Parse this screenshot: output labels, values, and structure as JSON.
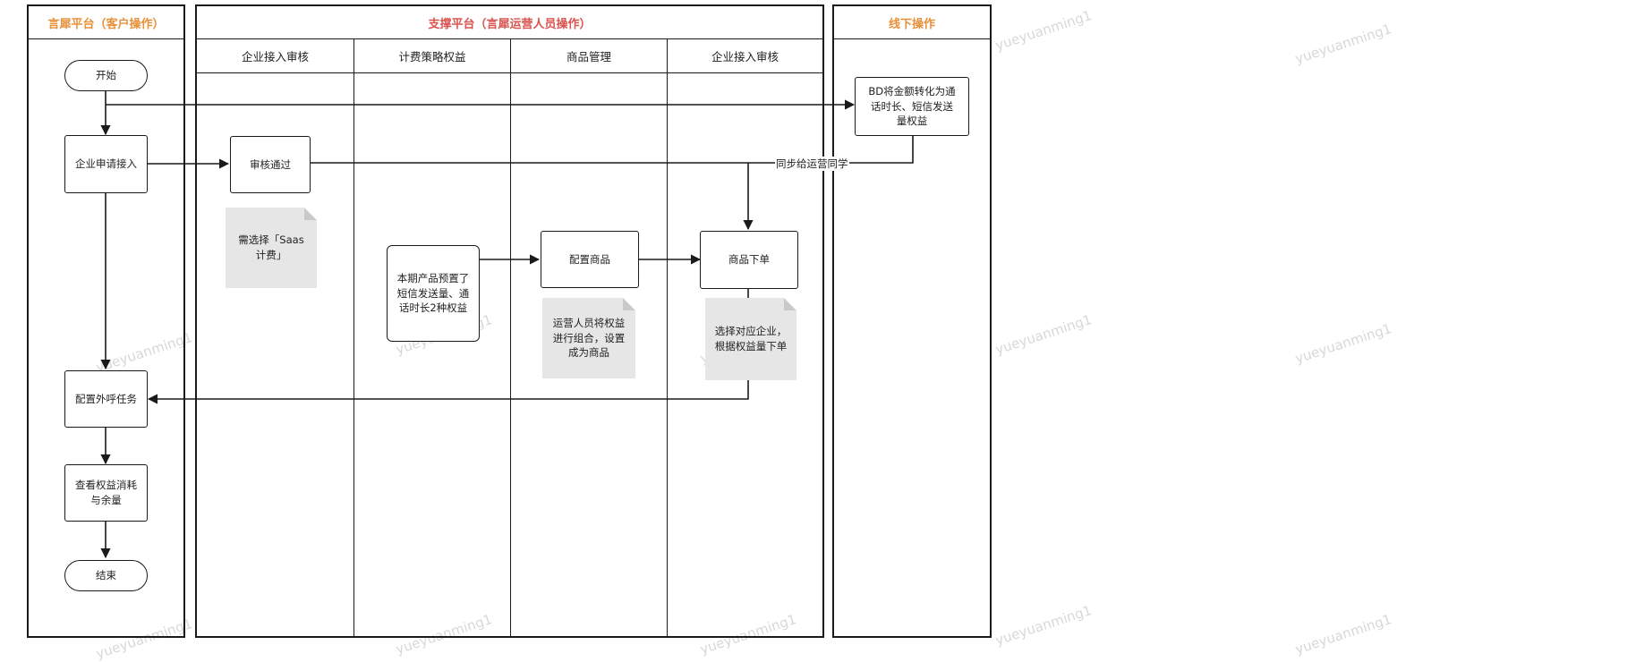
{
  "lanes": {
    "customer": {
      "title": "言犀平台（客户操作）",
      "color": "#e8903a"
    },
    "support": {
      "title": "支撑平台（言犀运营人员操作）",
      "color": "#d9534f",
      "columns": [
        "企业接入审核",
        "计费策略权益",
        "商品管理",
        "企业接入审核"
      ]
    },
    "offline": {
      "title": "线下操作",
      "color": "#e8903a"
    }
  },
  "nodes": {
    "start": "开始",
    "apply": "企业申请接入",
    "approve": "审核通过",
    "preset": "本期产品预置了\n短信发送量、通\n话时长2种权益",
    "config_product": "配置商品",
    "order": "商品下单",
    "config_task": "配置外呼任务",
    "view_usage": "查看权益消耗\n与余量",
    "end": "结束",
    "bd_convert": "BD将金额转化为通\n话时长、短信发送\n量权益"
  },
  "notes": {
    "saas": "需选择「Saas\n计费」",
    "combine": "运营人员将权益\n进行组合，设置\n成为商品",
    "choose": "选择对应企业，\n根据权益量下单"
  },
  "edge_labels": {
    "sync": "同步给运营同学"
  },
  "watermark": "yueyuanming1"
}
